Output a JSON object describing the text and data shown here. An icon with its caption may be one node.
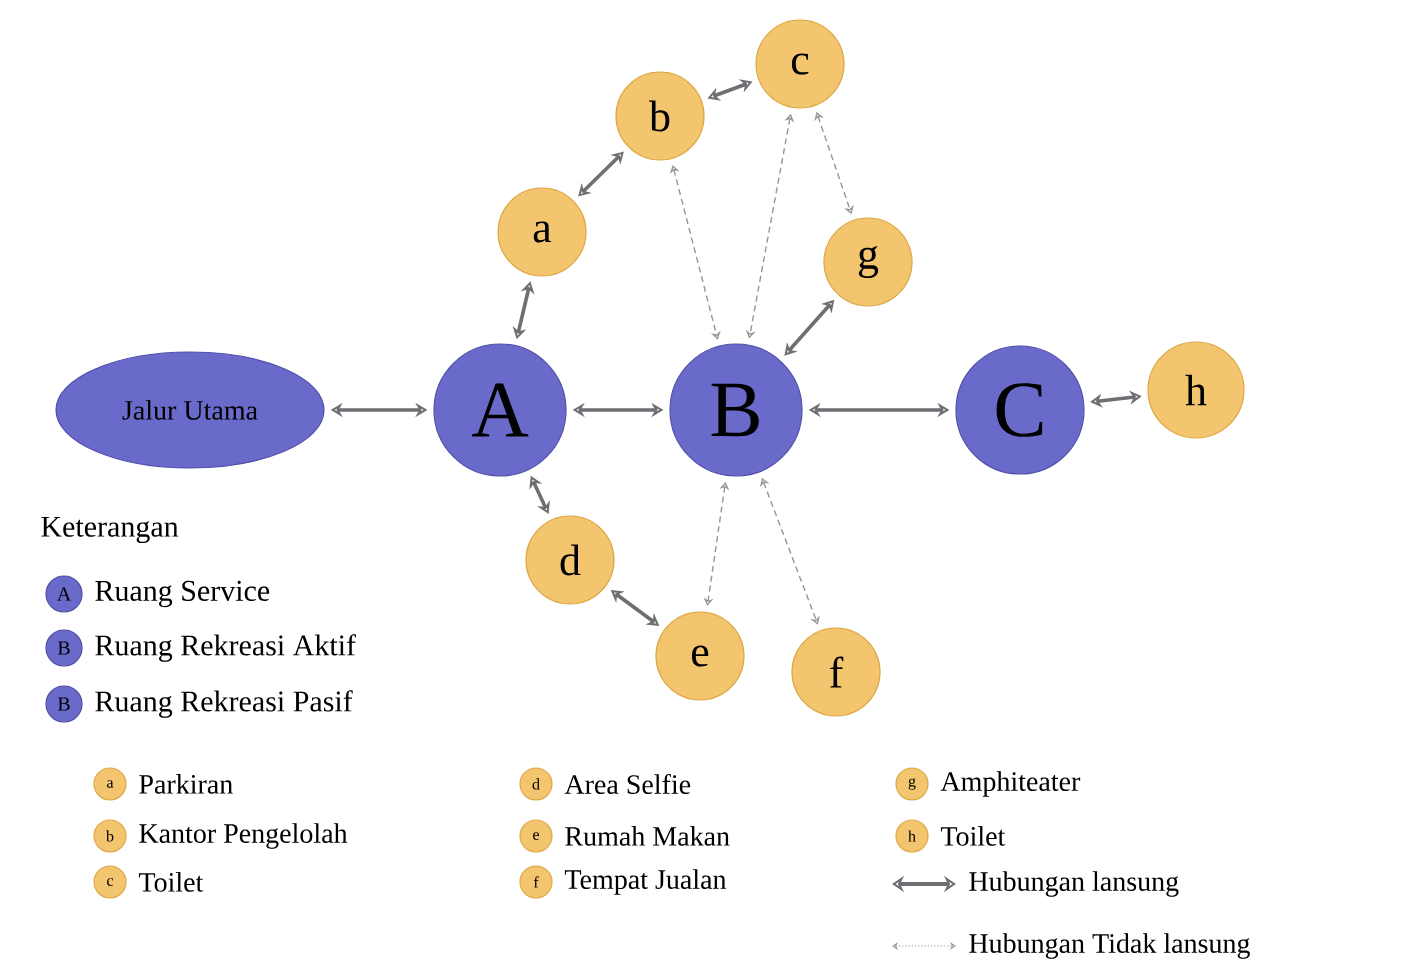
{
  "diagram": {
    "nodes": [
      {
        "text": [
          "Jalur Utama"
        ]
      },
      {
        "text": [
          "A"
        ]
      },
      {
        "text": [
          "B"
        ]
      },
      {
        "text": [
          "C"
        ]
      },
      {
        "text": [
          "h"
        ]
      },
      {
        "text": [
          "a"
        ]
      },
      {
        "text": [
          "b"
        ]
      },
      {
        "text": [
          "c"
        ]
      },
      {
        "text": [
          "g"
        ]
      },
      {
        "text": [
          "d"
        ]
      },
      {
        "text": [
          "e"
        ]
      },
      {
        "text": [
          "f"
        ]
      },
      {
        "text": [
          "A"
        ],
        "beside": [
          "Ruang Service"
        ]
      },
      {
        "text": [
          "B"
        ],
        "beside": [
          "Ruang Rekreasi Aktif"
        ]
      },
      {
        "text": [
          "B"
        ],
        "beside": [
          "Ruang Rekreasi Pasif"
        ]
      },
      {
        "text": [
          "a"
        ],
        "beside": [
          "Parkiran"
        ]
      },
      {
        "text": [
          "b"
        ],
        "beside": [
          "Kantor Pengelolah"
        ]
      },
      {
        "text": [
          "c"
        ],
        "beside": [
          "Toilet"
        ]
      },
      {
        "text": [
          "d"
        ],
        "beside": [
          "Area Selfie"
        ]
      },
      {
        "text": [
          "e"
        ],
        "beside": [
          "Rumah Makan"
        ]
      },
      {
        "text": [
          "f"
        ],
        "beside": [
          "Tempat Jualan"
        ]
      },
      {
        "text": [
          "g"
        ],
        "beside": [
          "Amphiteater"
        ]
      },
      {
        "text": [
          "h"
        ],
        "beside": [
          "Toilet"
        ]
      }
    ],
    "edges": [
      {
        "from": 0,
        "to": 1,
        "arrow": "both"
      },
      {
        "from": 1,
        "to": 2,
        "arrow": "both"
      },
      {
        "from": 2,
        "to": 3,
        "arrow": "both"
      },
      {
        "from": 3,
        "to": 4,
        "arrow": "both"
      },
      {
        "from": 1,
        "to": 5,
        "arrow": "both"
      },
      {
        "from": 5,
        "to": 6,
        "arrow": "both"
      },
      {
        "from": 6,
        "to": 7,
        "arrow": "both"
      },
      {
        "from": 6,
        "to": 2,
        "arrow": "both",
        "style": "dashed"
      },
      {
        "from": 7,
        "to": 2,
        "arrow": "both",
        "style": "dashed"
      },
      {
        "from": 7,
        "to": 8,
        "arrow": "both",
        "style": "dashed"
      },
      {
        "from": 8,
        "to": 2,
        "arrow": "both"
      },
      {
        "from": 1,
        "to": 9,
        "arrow": "both"
      },
      {
        "from": 9,
        "to": 10,
        "arrow": "both"
      },
      {
        "from": 2,
        "to": 10,
        "arrow": "both",
        "style": "dashed"
      },
      {
        "from": 2,
        "to": 11,
        "arrow": "both",
        "style": "dashed"
      }
    ],
    "labels": [
      "Keterangan"
    ],
    "legend": [
      {
        "text": "Hubungan lansung"
      },
      {
        "text": "Hubungan Tidak lansung"
      }
    ]
  }
}
